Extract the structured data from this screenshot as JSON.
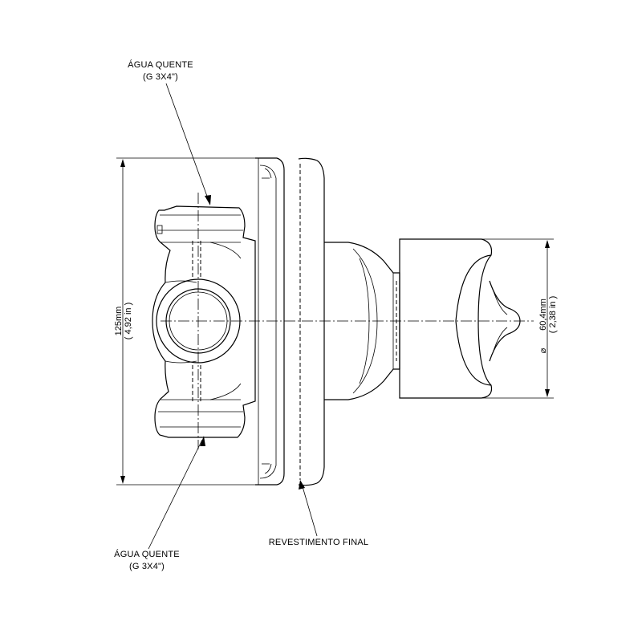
{
  "labels": {
    "top_inlet_line1": "ÁGUA QUENTE",
    "top_inlet_line2": "(G 3X4\")",
    "bottom_inlet_line1": "ÁGUA QUENTE",
    "bottom_inlet_line2": "(G 3X4\")",
    "finish_trim": "REVESTIMENTO FINAL"
  },
  "dimensions": {
    "height_mm": "125mm",
    "height_in": "( 4,92 in )",
    "diameter_symbol": "⌀",
    "diameter_mm": "60,4mm",
    "diameter_in": "( 2,38 in )"
  }
}
